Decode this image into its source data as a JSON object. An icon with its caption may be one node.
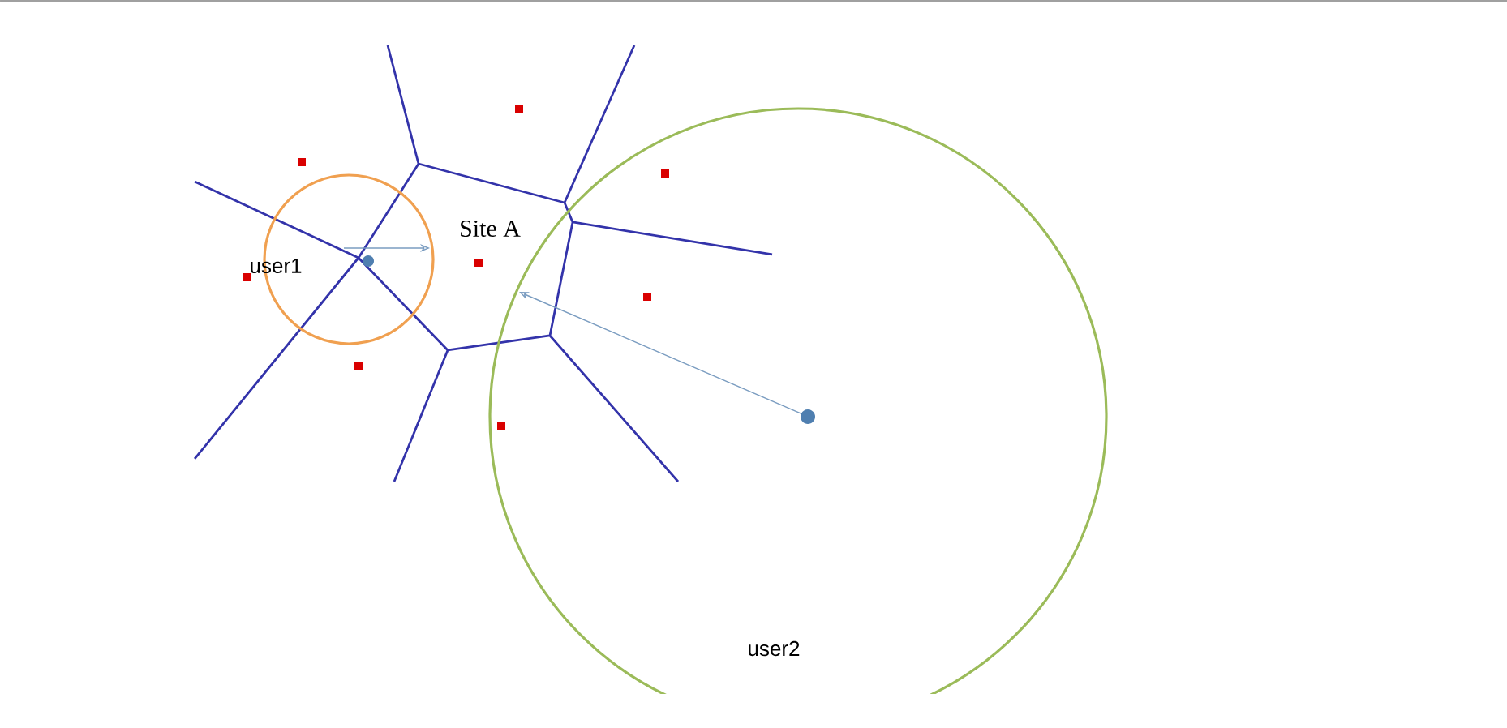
{
  "diagram": {
    "nodes": [
      {
        "text": [
          "user1"
        ]
      },
      {
        "text": [
          "Site A"
        ]
      },
      {
        "text": [
          "user2"
        ]
      }
    ]
  }
}
